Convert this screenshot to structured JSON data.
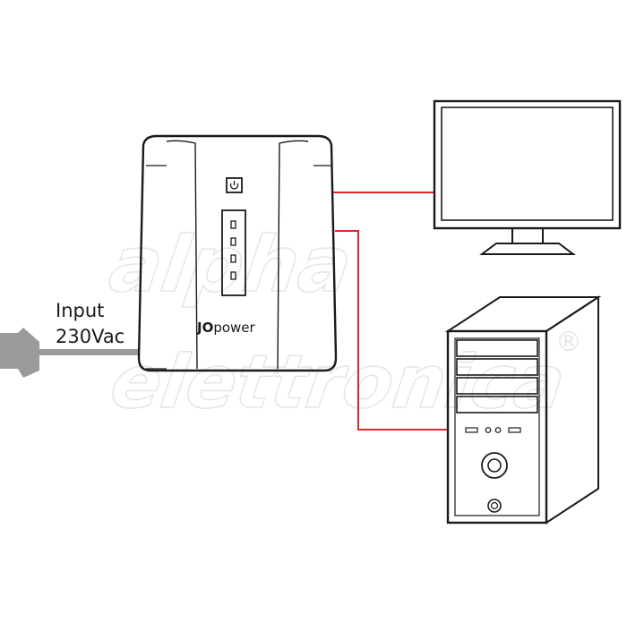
{
  "input": {
    "line1": "Input",
    "line2": "230Vac"
  },
  "ups": {
    "brand_bold": "JO",
    "brand_light": "power",
    "led_count": 4
  },
  "watermark": {
    "text_top": "alpha",
    "text_bottom": "elettronica",
    "registered": "®"
  },
  "colors": {
    "outline": "#1a1a1a",
    "cable_red": "#e0262b",
    "plug_gray": "#9a9a9a",
    "watermark": "#d9d9d9"
  }
}
